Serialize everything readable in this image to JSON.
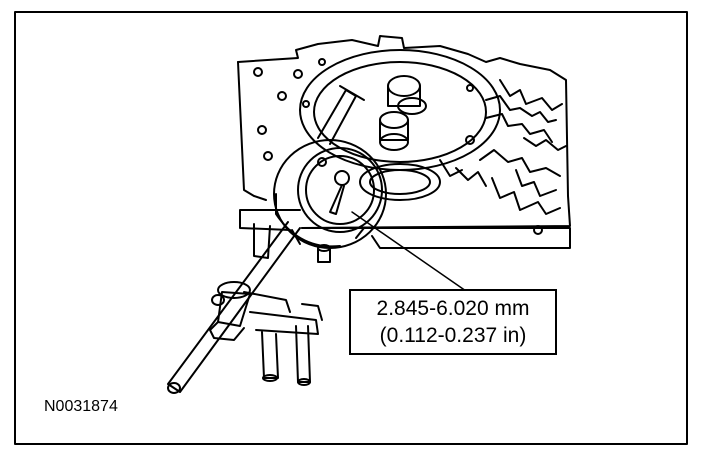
{
  "figure": {
    "id": "N0031874"
  },
  "callout": {
    "line1": "2.845-6.020 mm",
    "line2": "(0.112-0.237 in)"
  },
  "colors": {
    "line": "#000000",
    "background": "#ffffff"
  }
}
